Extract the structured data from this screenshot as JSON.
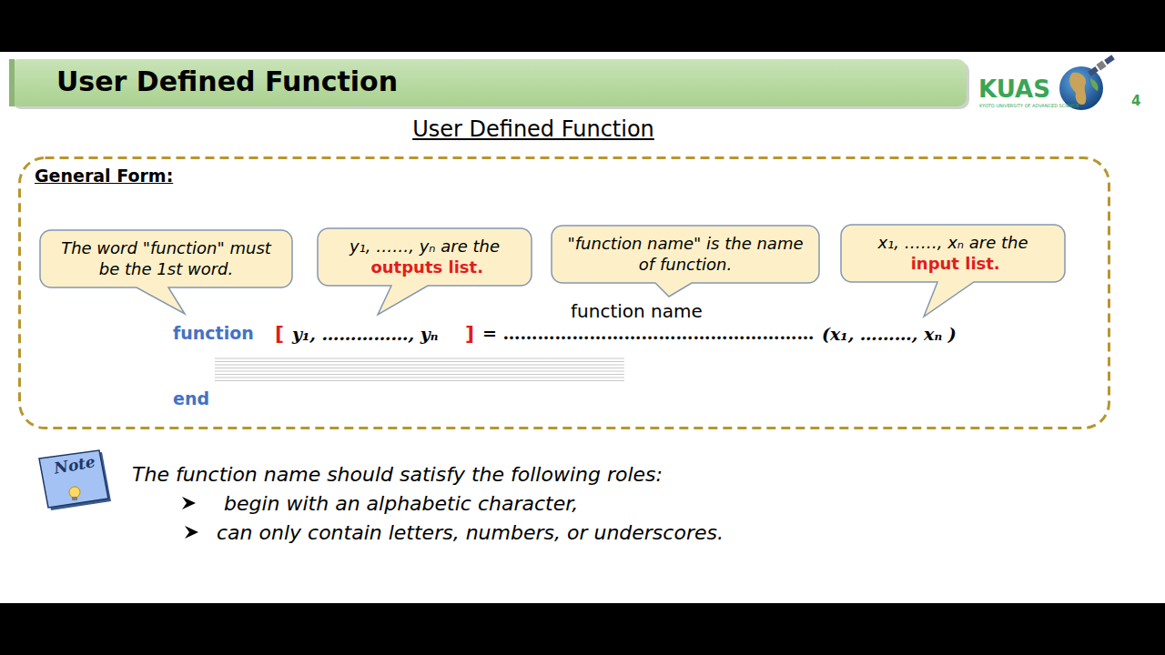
{
  "diagram": {
    "title": "User Defined Function",
    "nodes": [
      {
        "text": [
          "General Form:"
        ]
      },
      {
        "text": [
          "The word \"function\" must be the 1st word."
        ],
        "in": 0
      },
      {
        "text": [
          "y₁, ……, yₙ are the",
          "outputs list."
        ],
        "in": 0
      },
      {
        "text": [
          "\"function name\" is the name of function."
        ],
        "in": 0
      },
      {
        "text": [
          "x₁, ……, xₙ are the",
          "input list."
        ],
        "in": 0
      },
      {
        "text": [
          "Note"
        ]
      }
    ],
    "labels": [
      "User Defined Function",
      "function name",
      "function",
      "[",
      "y₁, ……………, yₙ",
      "]",
      "= ………………………………………………",
      "(x₁, ………, xₙ )",
      "end",
      "The function name should satisfy the following roles:",
      "begin with an alphabetic character,",
      "can only contain letters, numbers, or underscores.",
      "KUAS",
      "KYOTO UNIVERSITY OF ADVANCED SCIENCE",
      "4"
    ]
  }
}
